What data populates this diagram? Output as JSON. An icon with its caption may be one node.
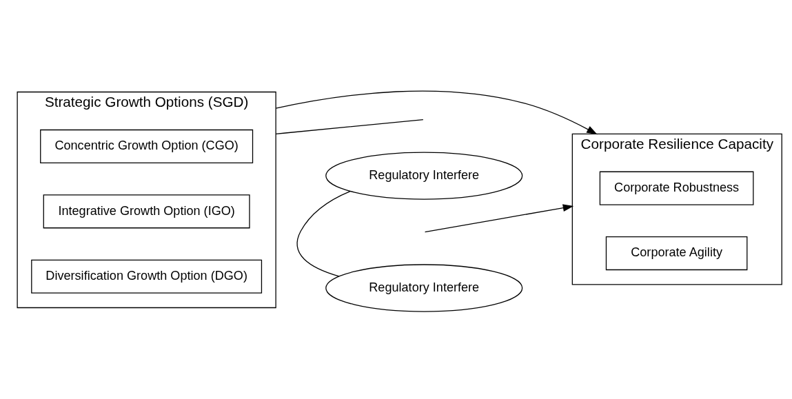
{
  "diagram": {
    "nodes": [
      {
        "text": [
          "Strategic Growth Options (SGD)"
        ]
      },
      {
        "text": [
          "Concentric Growth Option (CGO)"
        ],
        "in": 0
      },
      {
        "text": [
          "Integrative Growth Option (IGO)"
        ],
        "in": 0
      },
      {
        "text": [
          "Diversification Growth Option (DGO)"
        ],
        "in": 0
      },
      {
        "text": [
          "Regulatory Interfere"
        ]
      },
      {
        "text": [
          "Regulatory Interfere"
        ]
      },
      {
        "text": [
          "Corporate Resilience Capacity"
        ]
      },
      {
        "text": [
          "Corporate Robustness"
        ],
        "in": 6
      },
      {
        "text": [
          "Corporate Agility"
        ],
        "in": 6
      }
    ],
    "edges": [
      {
        "from": 0,
        "to": 6,
        "arrow": "to"
      },
      {
        "from": 4,
        "to": 5,
        "arrow": "none"
      },
      {
        "from": 0,
        "to": null,
        "arrow": "none"
      },
      {
        "from": null,
        "to": 6,
        "arrow": "to"
      }
    ]
  }
}
